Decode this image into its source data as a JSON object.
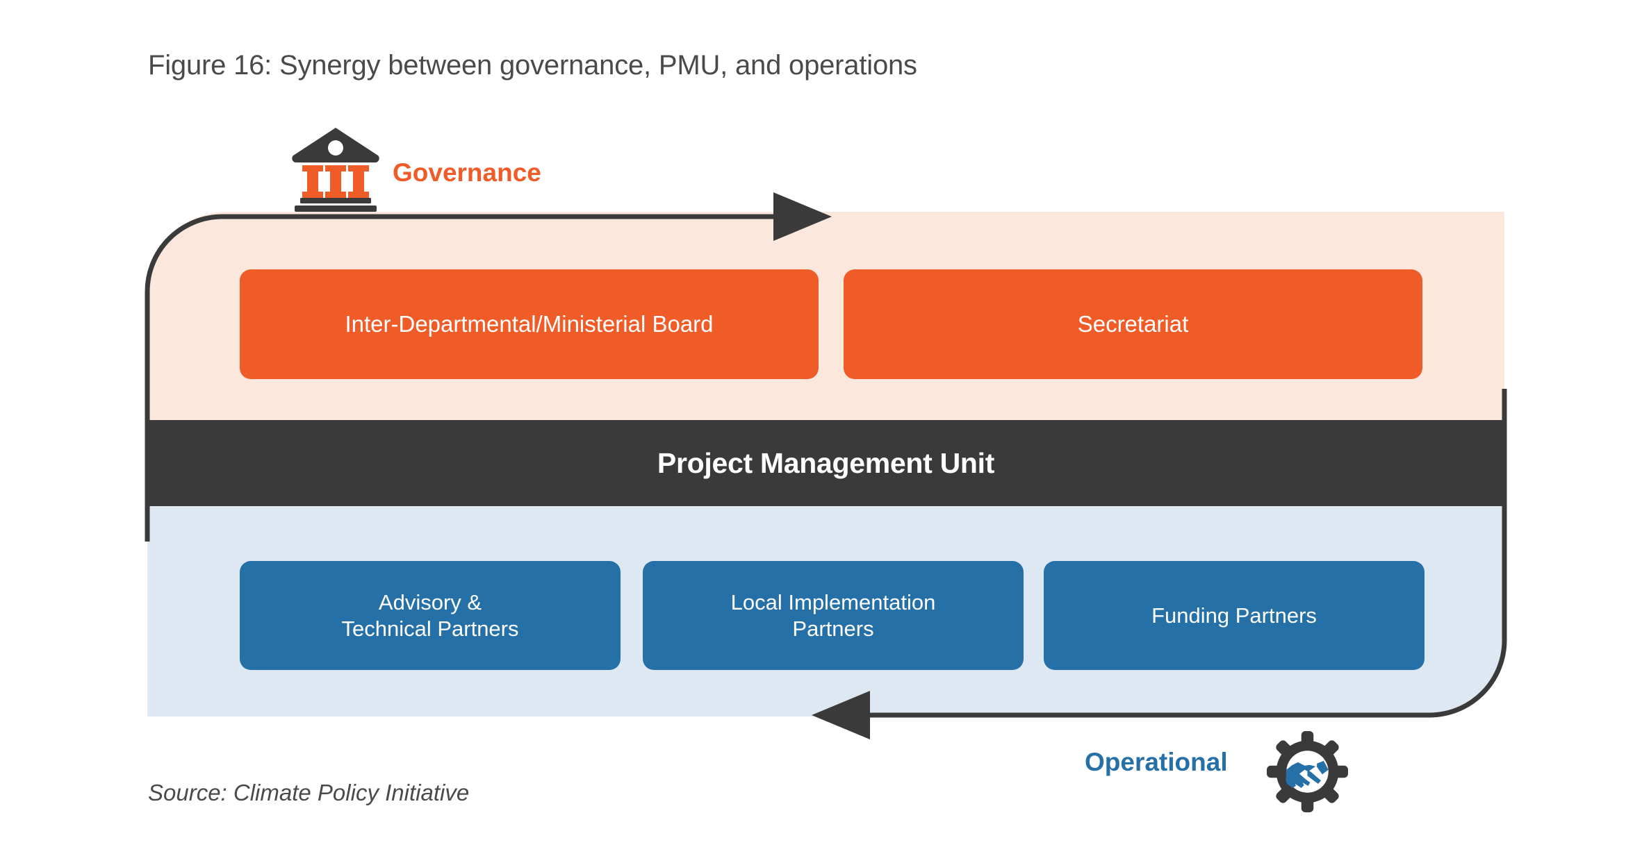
{
  "figure": {
    "title": "Figure 16: Synergy between governance, PMU, and operations",
    "source": "Source: Climate Policy Initiative"
  },
  "legend": {
    "governance_label": "Governance",
    "governance_icon": "institution-bank-icon",
    "operational_label": "Operational",
    "operational_icon": "gear-handshake-icon"
  },
  "bands": {
    "governance": {
      "name": "Governance",
      "background": "#FBE7DC",
      "boxes": [
        {
          "label": "Inter-Departmental/Ministerial Board",
          "color": "#EF5C28"
        },
        {
          "label": "Secretariat",
          "color": "#EF5C28"
        }
      ]
    },
    "pmu": {
      "label": "Project Management Unit",
      "background": "#3A3A3A",
      "text_color": "#FFFFFF"
    },
    "operational": {
      "name": "Operational",
      "background": "#DEE8F2",
      "boxes": [
        {
          "label": "Advisory &\nTechnical Partners",
          "line1": "Advisory &",
          "line2": "Technical Partners",
          "color": "#2670A8"
        },
        {
          "label": "Local Implementation\nPartners",
          "line1": "Local Implementation",
          "line2": "Partners",
          "color": "#2670A8"
        },
        {
          "label": "Funding Partners",
          "line1": "Funding Partners",
          "line2": "",
          "color": "#2670A8"
        }
      ]
    }
  },
  "arrows": [
    {
      "name": "governance-inflow-arrow",
      "direction": "right",
      "color": "#3A3A3A"
    },
    {
      "name": "operational-outflow-arrow",
      "direction": "left",
      "color": "#3A3A3A"
    }
  ],
  "colors": {
    "orange": "#EF5C28",
    "orange_light": "#FBE7DC",
    "blue": "#2670A8",
    "blue_light": "#DEE8F2",
    "dark": "#3A3A3A",
    "text_light": "#FFFFFF",
    "title_gray": "#4A4A4A"
  }
}
